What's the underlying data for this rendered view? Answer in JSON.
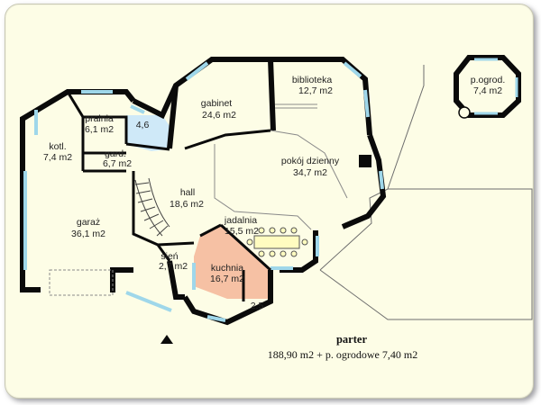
{
  "plan": {
    "title": "parter",
    "area_text": "188,90 m2 + p. ogrodowe 7,40 m2"
  },
  "rooms": {
    "biblioteka": {
      "name": "biblioteka",
      "area": "12,7 m2"
    },
    "gabinet": {
      "name": "gabinet",
      "area": "24,6 m2"
    },
    "pralnia": {
      "name": "pralnia",
      "area": "6,1 m2"
    },
    "lazienka": {
      "name": "",
      "area": "4,6"
    },
    "kotl": {
      "name": "kotl.",
      "area": "7,4 m2"
    },
    "gard": {
      "name": "gard.",
      "area": "6,7 m2"
    },
    "pokoj": {
      "name": "pokój dzienny",
      "area": "34,7 m2"
    },
    "hall": {
      "name": "hall",
      "area": "18,6 m2"
    },
    "jadalnia": {
      "name": "jadalnia",
      "area": "15,5 m2"
    },
    "garaz": {
      "name": "garaż",
      "area": "36,1 m2"
    },
    "sien": {
      "name": "sień",
      "area": "2,7 m2"
    },
    "kuchnia": {
      "name": "kuchnia",
      "area": "16,7 m2"
    },
    "spizarnia": {
      "name": "",
      "area": "2,5"
    },
    "ogrod": {
      "name": "p.ogrod.",
      "area": "7,4 m2"
    }
  },
  "colors": {
    "wall": "#0a0a0a",
    "window": "#9fd7ea",
    "kitchen_fill": "#f6c1a4",
    "bath_fill": "#cfe9f8",
    "panel_bg": "#fdfde6",
    "room_line": "#8a8a8a"
  }
}
